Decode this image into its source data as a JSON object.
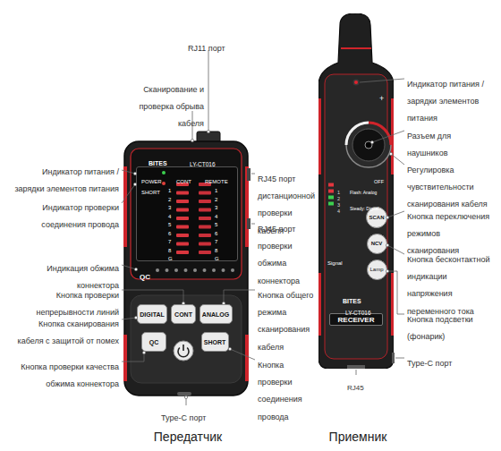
{
  "diagram": {
    "nodes": [
      {
        "text": [
          "BITES",
          "LY-CT016"
        ]
      },
      {
        "text": [
          "POWER",
          "CONT",
          "REMOTE",
          "SHORT"
        ],
        "in": 0
      },
      {
        "text": [
          "DIGITAL"
        ],
        "in": 0
      },
      {
        "text": [
          "CONT"
        ],
        "in": 0
      },
      {
        "text": [
          "ANALOG"
        ],
        "in": 0
      },
      {
        "text": [
          "QC"
        ],
        "in": 0
      },
      {
        "text": [
          "SHORT"
        ],
        "in": 0
      },
      {
        "text": [
          "OFF",
          "Flash: Analog Steady: Digital",
          "Signal",
          "BITES",
          "LY-CT016"
        ]
      },
      {
        "text": [
          "SCAN"
        ],
        "in": 7
      },
      {
        "text": [
          "NCV"
        ],
        "in": 7
      },
      {
        "text": [
          "Lamp"
        ],
        "in": 7
      },
      {
        "text": [
          "RECEIVER"
        ],
        "in": 7
      }
    ],
    "labels": [
      "RJ11 порт",
      "Сканирование и проверка обрыва кабеля",
      "Индикатор питания / зарядки элементов питания",
      "Индикатор проверки соединения провода",
      "Индикация обжима коннектора",
      "Кнопка проверки непрерывности линий",
      "Кнопка сканирования кабеля с защитой от помех",
      "Кнопка проверки качества обжима коннектора",
      "Type-C порт",
      "RJ45 порт дистанционной проверки кабеля",
      "RJ45 порт проверки обжима коннектора",
      "Кнопка общего режима сканирования кабеля",
      "Кнопка проверки соединения провода",
      "Индикатор питания / зарядки элементов питания",
      "Разъем для наушников",
      "Регулировка чувствительности сканирования кабеля",
      "Кнопка переключения режимов сканирования",
      "Кнопка бесконтактной индикации напряжения переменного тока",
      "Кнопка подсветки (фонарик)",
      "Type-C порт",
      "RJ45",
      "Передатчик",
      "Приемник",
      "QC",
      "+",
      "1",
      "2",
      "3",
      "4",
      "5",
      "6",
      "7",
      "8",
      "G",
      "1",
      "2",
      "3",
      "4",
      "5",
      "6",
      "7",
      "8",
      "G",
      "1",
      "2",
      "3",
      "4"
    ]
  }
}
